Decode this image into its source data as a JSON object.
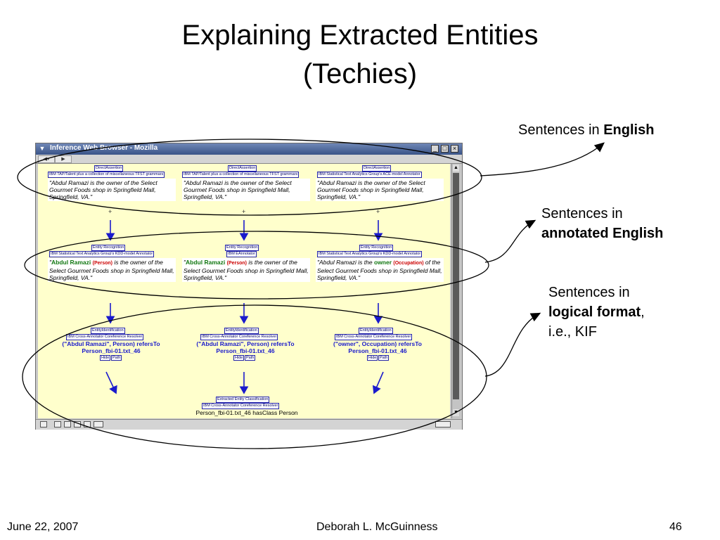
{
  "slide": {
    "title_line1": "Explaining Extracted Entities",
    "title_line2": "(Techies)",
    "footer_date": "June 22, 2007",
    "footer_author": "Deborah L. McGuinness",
    "footer_page": "46"
  },
  "annotations": {
    "english_prefix": "Sentences in ",
    "english_bold": "English",
    "annotated_line1": "Sentences in",
    "annotated_bold": "annotated English",
    "logical_line1": "Sentences in",
    "logical_bold": "logical format",
    "logical_comma": ",",
    "logical_line3": "i.e., KIF"
  },
  "browser": {
    "window_title": "Inference Web Browser - Mozilla",
    "columns": [
      {
        "row1_label": "DirectAssertion",
        "row1_source": "IBM TAP/Talent plus a collection of miscellaneous TFST grammars",
        "row1_text": "\"Abdul Ramazi is the owner of the Select Gourmet Foods shop in Springfield Mall, Springfield, VA.\"",
        "row2_label": "Entity Recognition",
        "row2_source": "IBM Statistical Text Analytics Group's KDD-model Annotator",
        "row2_q": "\"",
        "row2_entity": "Abdul Ramazi",
        "row2_type": "(Person)",
        "row2_rest": " is the owner of the Select Gourmet Foods shop in Springfield Mall, Springfield, VA.\"",
        "row3_label": "EntityIdentification",
        "row3_source": "IBM Cross-Annotator Coreference Resolver",
        "row3_kif1": "(\"Abdul Ramazi\", Person) refersTo",
        "row3_kif2": "Person_fbi-01.txt_46",
        "hide": "Hide",
        "path": "Path"
      },
      {
        "row1_label": "DirectAssertion",
        "row1_source": "IBM TAP/Talent plus a collection of miscellaneous TFST grammars",
        "row1_text": "\"Abdul Ramazi is the owner of the Select Gourmet Foods shop in Springfield Mall, Springfield, VA.\"",
        "row2_label": "Entity Recognition",
        "row2_source": "IBM EAnnotator",
        "row2_q": "\"",
        "row2_entity": "Abdul Ramazi",
        "row2_type": "(Person)",
        "row2_rest": " is the owner of the Select Gourmet Foods shop in Springfield Mall, Springfield, VA.\"",
        "row3_label": "EntityIdentification",
        "row3_source": "IBM Cross-Annotator Coreference Resolver",
        "row3_kif1": "(\"Abdul Ramazi\", Person) refersTo",
        "row3_kif2": "Person_fbi-01.txt_46",
        "hide": "Hide",
        "path": "Path"
      },
      {
        "row1_label": "DirectAssertion",
        "row1_source": "IBM Statistical Text Analytics Group's ACE-model Annotator",
        "row1_text": "\"Abdul Ramazi is the owner of the Select Gourmet Foods shop in Springfield Mall, Springfield, VA.\"",
        "row2_label": "Entity Recognition",
        "row2_source": "IBM Statistical Text Analytics Group's KDD-model Annotator",
        "row2_q": "\"Abdul Ramazi is the ",
        "row2_entity": "owner",
        "row2_type": "(Occupation)",
        "row2_rest": " of the Select Gourmet Foods shop in Springfield Mall, Springfield, VA.\"",
        "row3_label": "EntityIdentification",
        "row3_source": "IBM Cross-Annotator Coreference Resolver",
        "row3_kif1": "(\"owner\", Occupation) refersTo",
        "row3_kif2": "Person_fbi-01.txt_46",
        "hide": "Hide",
        "path": "Path"
      }
    ],
    "conclusion": {
      "label": "Extracted Entity Classification",
      "source": "IBM Cross-Annotator Coreference Resolver",
      "text": "Person_fbi-01.txt_46 hasClass Person"
    }
  }
}
